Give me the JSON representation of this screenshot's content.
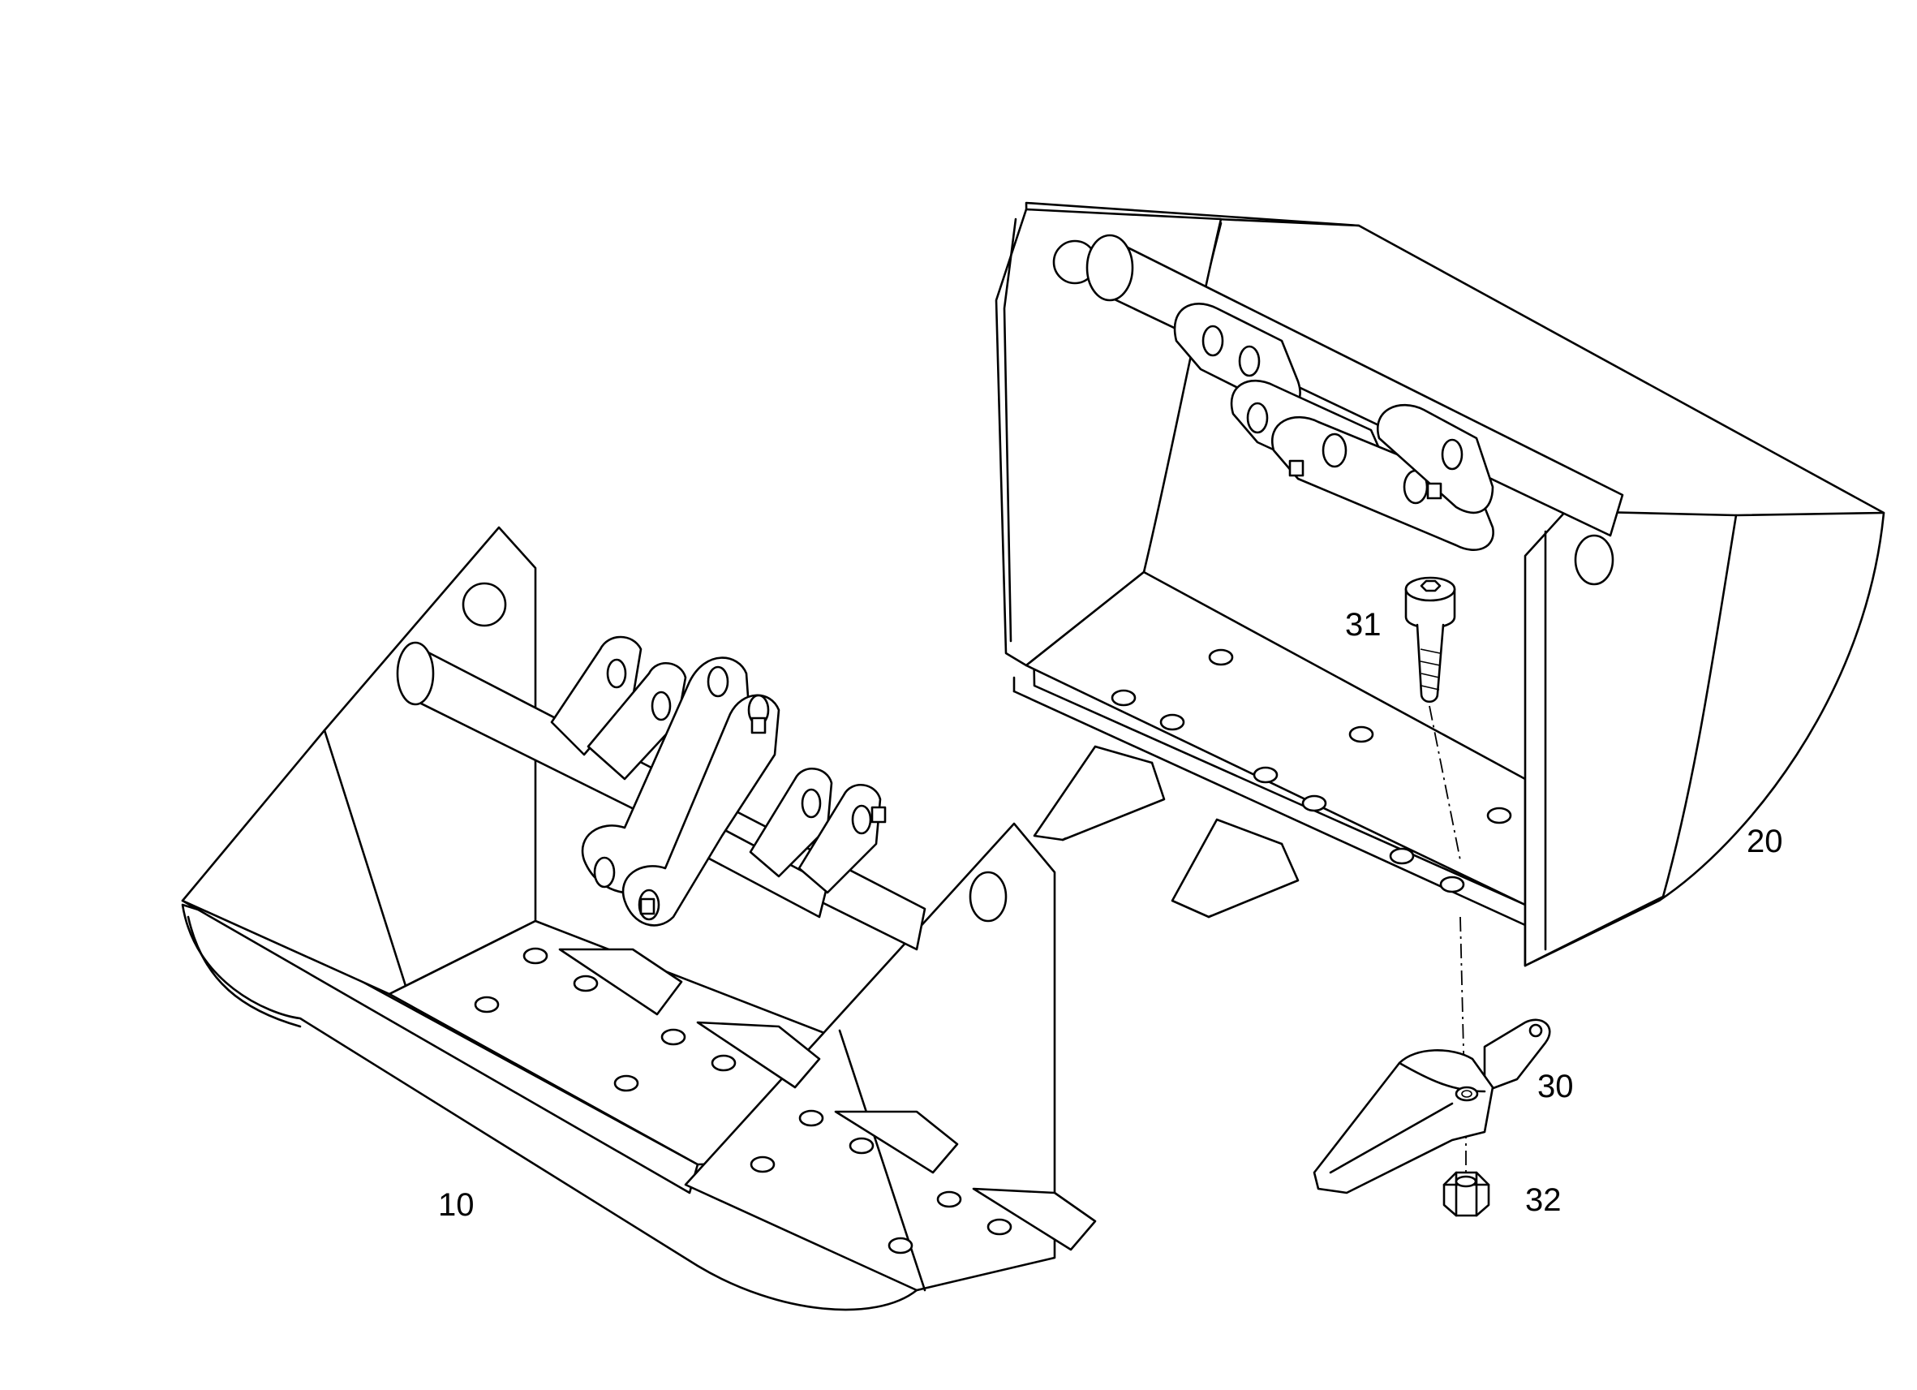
{
  "callouts": {
    "bucket_narrow": "10",
    "bucket_wide": "20",
    "tooth_adapter": "30",
    "socket_bolt": "31",
    "hex_nut": "32"
  },
  "colors": {
    "line": "#000000",
    "background": "#ffffff"
  }
}
